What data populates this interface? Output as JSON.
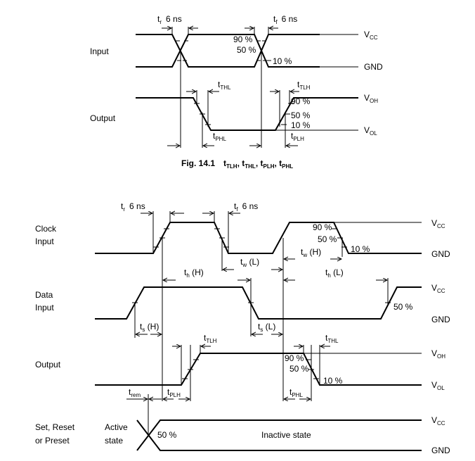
{
  "figure1": {
    "caption": {
      "prefix": "Fig. 14.1",
      "t1": "t",
      "t1s": "TLH",
      "t2": "t",
      "t2s": "THL",
      "t3": "t",
      "t3s": "PLH",
      "t4": "t",
      "t4s": "PHL",
      "sep": ", "
    },
    "input_label": "Input",
    "output_label": "Output",
    "tr": {
      "t": "t",
      "sub": "r",
      "value": "6 ns"
    },
    "tf": {
      "t": "t",
      "sub": "f",
      "value": "6 ns"
    },
    "pct90": "90 %",
    "pct50": "50 %",
    "pct10": "10 %",
    "tthl": {
      "t": "t",
      "sub": "THL"
    },
    "ttlh": {
      "t": "t",
      "sub": "TLH"
    },
    "tphl": {
      "t": "t",
      "sub": "PHL"
    },
    "tplh": {
      "t": "t",
      "sub": "PLH"
    },
    "vcc": {
      "t": "V",
      "sub": "CC"
    },
    "gnd": "GND",
    "voh": {
      "t": "V",
      "sub": "OH"
    },
    "vol": {
      "t": "V",
      "sub": "OL"
    }
  },
  "figure2": {
    "clock_label_1": "Clock",
    "clock_label_2": "Input",
    "data_label_1": "Data",
    "data_label_2": "Input",
    "output_label": "Output",
    "set_label_1": "Set, Reset",
    "set_label_2": "or Preset",
    "tr": {
      "t": "t",
      "sub": "r",
      "value": "6 ns"
    },
    "tf": {
      "t": "t",
      "sub": "f",
      "value": "6 ns"
    },
    "pct90": "90 %",
    "pct50": "50 %",
    "pct10": "10 %",
    "tw_l": {
      "t": "t",
      "sub": "w",
      "suffix": " (L)"
    },
    "tw_h": {
      "t": "t",
      "sub": "w",
      "suffix": " (H)"
    },
    "th_h": {
      "t": "t",
      "sub": "h",
      "suffix": " (H)"
    },
    "th_l": {
      "t": "t",
      "sub": "h",
      "suffix": " (L)"
    },
    "ts_h": {
      "t": "t",
      "sub": "s",
      "suffix": " (H)"
    },
    "ts_l": {
      "t": "t",
      "sub": "s",
      "suffix": " (L)"
    },
    "ttlh": {
      "t": "t",
      "sub": "TLH"
    },
    "tthl": {
      "t": "t",
      "sub": "THL"
    },
    "tplh": {
      "t": "t",
      "sub": "PLH"
    },
    "tphl": {
      "t": "t",
      "sub": "PHL"
    },
    "trem": {
      "t": "t",
      "sub": "rem"
    },
    "active_1": "Active",
    "active_2": "state",
    "inactive": "Inactive state",
    "vcc": {
      "t": "V",
      "sub": "CC"
    },
    "gnd": "GND",
    "voh": {
      "t": "V",
      "sub": "OH"
    },
    "vol": {
      "t": "V",
      "sub": "OL"
    }
  }
}
